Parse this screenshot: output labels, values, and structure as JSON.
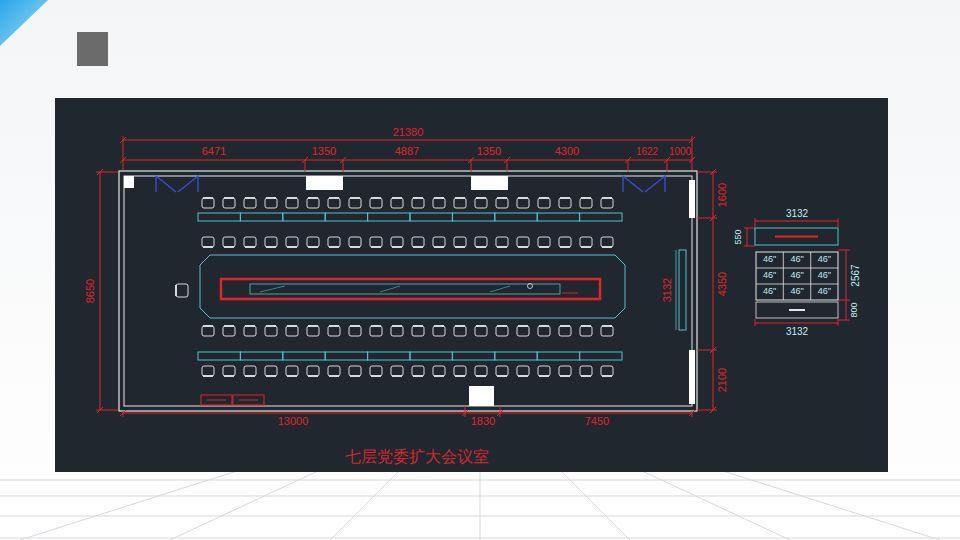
{
  "diagram": {
    "title": "七层党委扩大会议室",
    "labels": [
      "21380",
      "6471",
      "1350",
      "4887",
      "1350",
      "4300",
      "1622",
      "1000",
      "8650",
      "1600",
      "4350",
      "2100",
      "3132",
      "13000",
      "1830",
      "7450",
      "3132",
      "550",
      "46\"",
      "46\"",
      "46\"",
      "46\"",
      "46\"",
      "46\"",
      "46\"",
      "46\"",
      "46\"",
      "2567",
      "800",
      "3132"
    ]
  }
}
